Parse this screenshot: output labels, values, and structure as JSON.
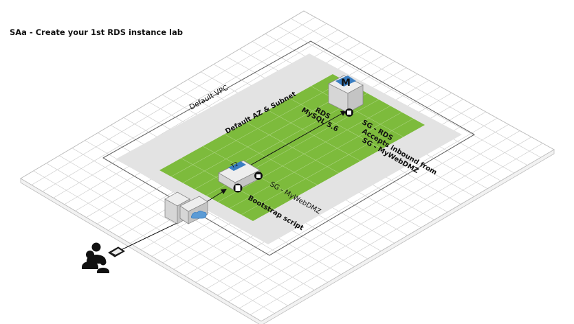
{
  "title": "SAa - Create your 1st RDS instance lab",
  "labels": {
    "vpc": "Default VPC",
    "subnet": "Default AZ & Subnet",
    "rds_line1": "RDS",
    "rds_line2": "MySQL 5.6",
    "sg_rds_line1": "SG - RDS",
    "sg_rds_line2": "Accepts inbound from",
    "sg_rds_line3": "SG - MyWebDMZ",
    "sg_web": "SG - MyWebDMZ",
    "bootstrap": "Bootstrap script",
    "ec2_badge": "T2",
    "rds_badge": "M"
  },
  "colors": {
    "grid_line": "#cfcfcf",
    "subnet_green": "#7dbb3c",
    "subnet_shade": "#e3e3e3",
    "vpc_border": "#666666",
    "server_top": "#eeeeee",
    "server_left": "#d6d6d6",
    "server_right": "#c4c4c4",
    "badge_blue": "#3a7ec2",
    "icon_dark": "#111111"
  },
  "icons": [
    "users-icon",
    "router-icon",
    "internet-gateway-icon",
    "cloud-icon",
    "ec2-instance-icon",
    "rds-database-icon",
    "security-lock-icon",
    "script-icon"
  ]
}
